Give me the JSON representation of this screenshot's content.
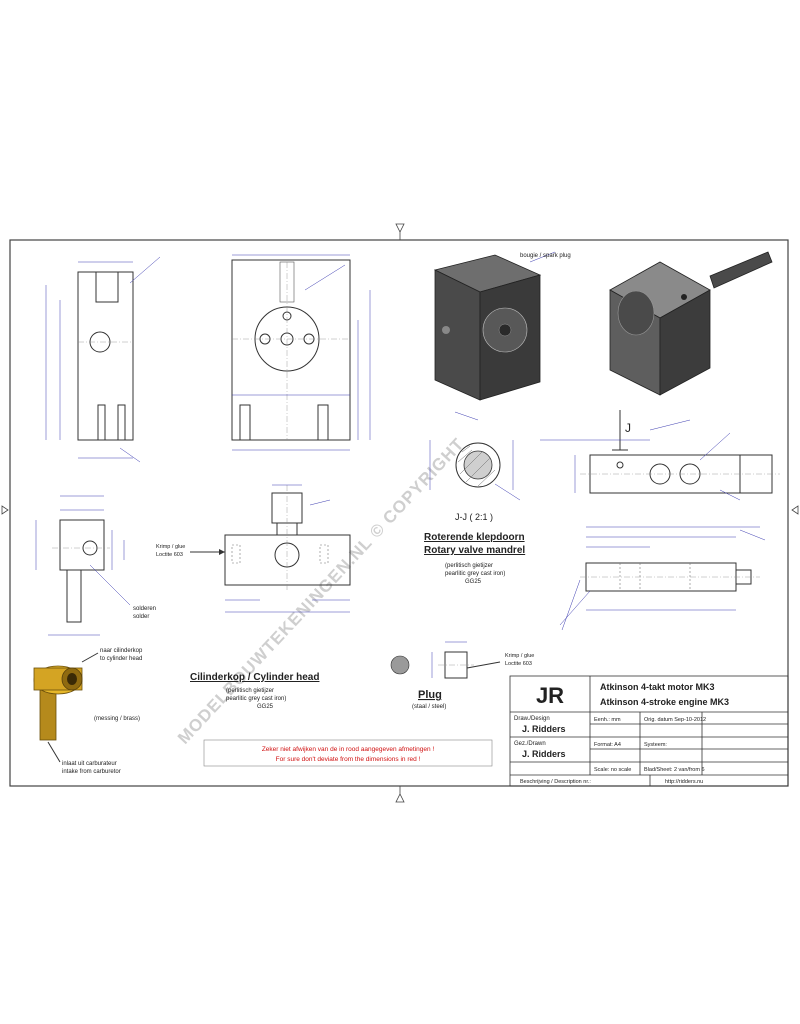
{
  "watermark": "MODELBOUWTEKENINGEN.NL © COPYRIGHT",
  "views": {
    "spark_plug_label": "bougie / spark plug",
    "section_label": "J-J ( 2:1 )",
    "section_marker": "J",
    "valve_title_nl": "Roterende klepdoorn",
    "valve_title_en": "Rotary valve mandrel",
    "valve_material_1": "(perlitisch gietijzer",
    "valve_material_2": "pearlitic grey cast iron)",
    "valve_material_code": "GG25",
    "shrink_fit_1": "Krimp / glue",
    "shrink_fit_2": "Loctite 603",
    "shrink_fit_3": "Krimp / glue",
    "shrink_fit_4": "Loctite 603",
    "solder_1": "solderen",
    "solder_2": "solder",
    "head_title": "Cilinderkop / Cylinder head",
    "head_material_1": "(perlitisch gietijzer",
    "head_material_2": "pearlitic grey cast iron)",
    "head_material_code": "GG25",
    "plug_title": "Plug",
    "plug_material": "(staal / steel)",
    "brass_label": "(messing / brass)",
    "to_head_1": "naar cilinderkop",
    "to_head_2": "to cylinder head",
    "inlet_1": "inlaat uit carburateur",
    "inlet_2": "intake from carburetor",
    "warning_1": "Zeker niet afwijken van de in rood aangegeven afmetingen !",
    "warning_2": "For sure don't deviate from the dimensions in red !"
  },
  "title_block": {
    "logo": "JR",
    "title_nl": "Atkinson 4-takt motor MK3",
    "title_en": "Atkinson 4-stroke engine MK3",
    "draw_label": "Draw./Design",
    "draw_name": "J. Ridders",
    "gez_label": "Gez./Drawn",
    "gez_name": "J. Ridders",
    "units": "Eenh.: mm",
    "orig_date": "Orig. datum Sep-10-2012",
    "format": "Format: A4",
    "system": "Systeem:",
    "scale": "Scale: no scale",
    "sheet": "Blad/Sheet: 2 van/from 6",
    "description": "Beschrijving / Description nr.:",
    "website": "http://ridders.nu"
  }
}
